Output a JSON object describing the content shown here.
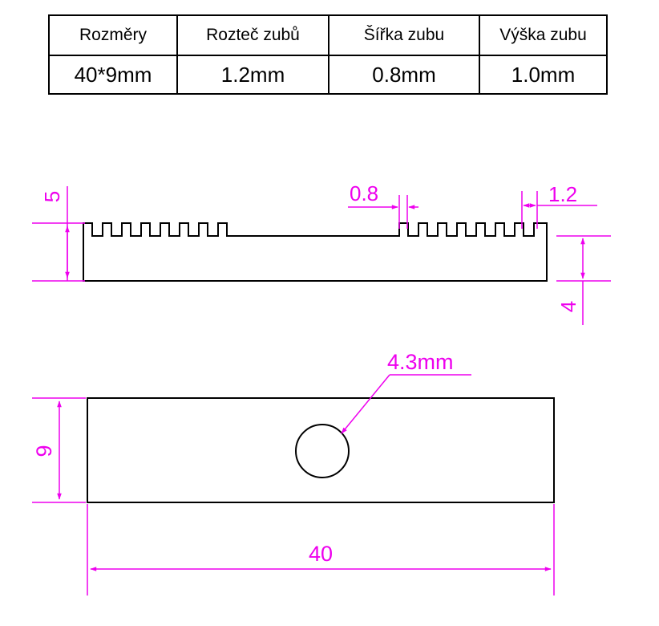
{
  "colors": {
    "dimension": "#ee00ee",
    "outline": "#000000",
    "background": "#ffffff"
  },
  "table": {
    "headers": [
      "Rozměry",
      "Rozteč zubů",
      "Šířka zubu",
      "Výška zubu"
    ],
    "values": [
      "40*9mm",
      "1.2mm",
      "0.8mm",
      "1.0mm"
    ]
  },
  "side_view": {
    "height_total": "5",
    "tooth_width": "0.8",
    "tooth_pitch": "1.2",
    "base_height": "4"
  },
  "top_view": {
    "hole_label": "4.3mm",
    "width": "9",
    "length": "40"
  }
}
